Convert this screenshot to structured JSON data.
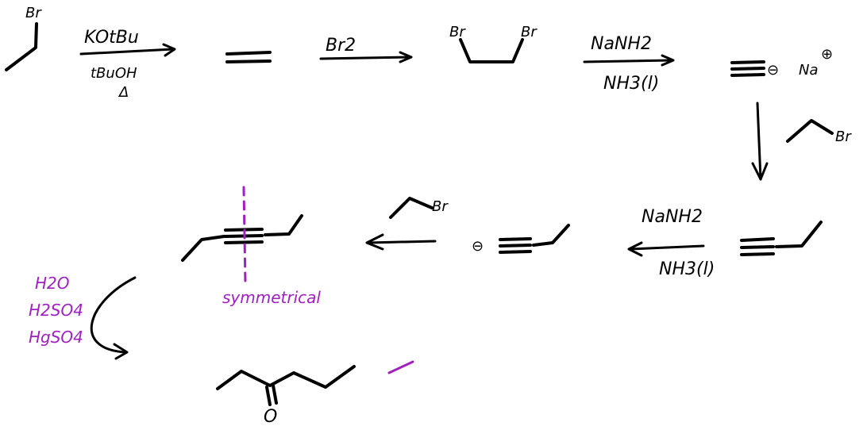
{
  "colors": {
    "ink": "#000000",
    "annotation": "#a020c0"
  },
  "labels": {
    "sm1_br": "Br",
    "r1_reagent": "KOtBu",
    "r1_solvent": "tBuOH",
    "r1_heat": "Δ",
    "r2_reagent": "Br2",
    "dibromo_br1": "Br",
    "dibromo_br2": "Br",
    "r3_reagent": "NaNH2",
    "r3_solvent": "NH3(l)",
    "acetylide_charge": "⊖",
    "acetylide_na": "Na",
    "acetylide_na_charge": "⊕",
    "r4_br": "Br",
    "r5_reagent": "NaNH2",
    "r5_solvent": "NH3(l)",
    "acetylide2_charge": "⊖",
    "r6_br": "Br",
    "symmetric_note": "symmetrical",
    "r7_h2o": "H2O",
    "r7_h2so4": "H2SO4",
    "r7_hgso4": "HgSO4",
    "ketone_o": "O"
  }
}
